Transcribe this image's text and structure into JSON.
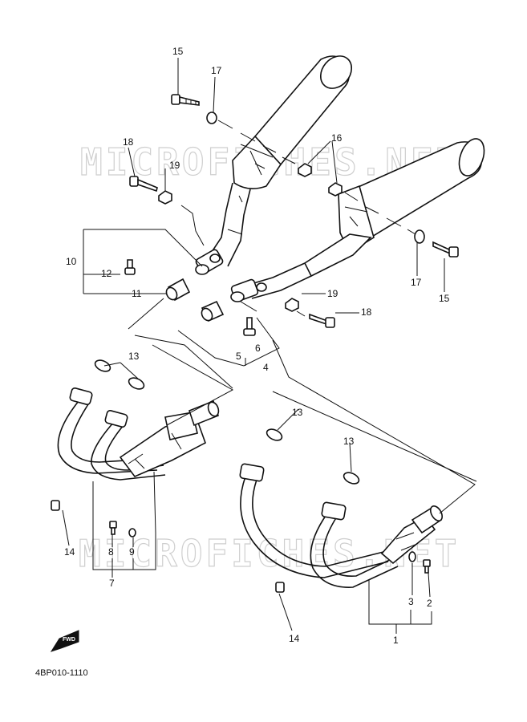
{
  "diagram": {
    "code": "4BP010-1110",
    "watermarks": [
      "MICROFICHES.NET",
      "MICROFICHES.NET"
    ],
    "forward_badge": "FWD",
    "callouts": {
      "c1": "1",
      "c2": "2",
      "c3": "3",
      "c4": "4",
      "c5": "5",
      "c6": "6",
      "c7": "7",
      "c8": "8",
      "c9": "9",
      "c10": "10",
      "c11": "11",
      "c12": "12",
      "c13a": "13",
      "c13b": "13",
      "c13c": "13",
      "c14a": "14",
      "c14b": "14",
      "c15a": "15",
      "c15b": "15",
      "c16": "16",
      "c17a": "17",
      "c17b": "17",
      "c18a": "18",
      "c18b": "18",
      "c19a": "19",
      "c19b": "19"
    }
  }
}
